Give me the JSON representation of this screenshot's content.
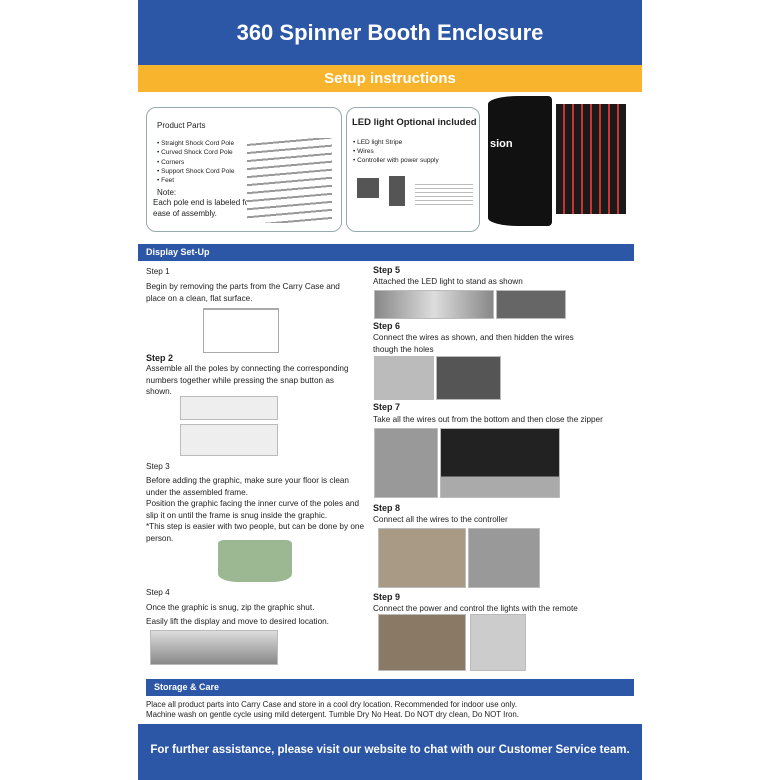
{
  "header": {
    "title": "360 Spinner Booth Enclosure",
    "subtitle": "Setup instructions"
  },
  "parts": {
    "title": "Product Parts",
    "items": [
      "Straight Shock Cord Pole",
      "Curved Shock Cord Pole",
      "Corners",
      "Support Shock Cord Pole",
      "Feet"
    ],
    "note_label": "Note:",
    "note": "Each pole end is labeled for ease of assembly."
  },
  "led": {
    "title": "LED light Optional included",
    "items": [
      "LED light Stripe",
      "Wires",
      "Controller with power supply"
    ]
  },
  "sections": {
    "display": "Display Set-Up",
    "storage": "Storage & Care"
  },
  "steps": [
    {
      "title": "Step 1",
      "text": "Begin by removing the parts from the Carry Case and place on a clean, flat surface."
    },
    {
      "title": "Step 2",
      "text": "Assemble all the poles by connecting the corresponding numbers together while pressing the snap button as shown."
    },
    {
      "title": "Step 3",
      "text": "Before adding the graphic, make sure your floor is clean under the assembled frame.",
      "text2": "Position the graphic facing the inner curve of the poles and slip it on until the frame is snug inside the graphic.",
      "text3": "*This step is easier with two people, but can be done by one person."
    },
    {
      "title": "Step 4",
      "text": "Once the graphic is snug, zip the graphic shut.",
      "text2": "Easily lift the display and move to desired location."
    },
    {
      "title": "Step 5",
      "text": "Attached the LED light to stand as shown"
    },
    {
      "title": "Step 6",
      "text": "Connect the wires as shown, and then hidden the wires though the holes"
    },
    {
      "title": "Step 7",
      "text": "Take all the wires out from the bottom and  then close the zipper"
    },
    {
      "title": "Step 8",
      "text": "Connect all the wires to the controller"
    },
    {
      "title": "Step 9",
      "text": "Connect the power and control the lights with the remote"
    }
  ],
  "storage": {
    "line1": "Place all product parts into Carry Case and store in a cool dry location. Recommended for indoor use only.",
    "line2": "Machine wash on gentle cycle using mild detergent. Tumble Dry No Heat. Do NOT dry clean, Do NOT Iron."
  },
  "footer": {
    "text": "For further assistance, please visit our website  to chat with our Customer Service team."
  },
  "product_logo_text": "sion",
  "colors": {
    "blue": "#2c56a6",
    "orange": "#f7b42c"
  }
}
